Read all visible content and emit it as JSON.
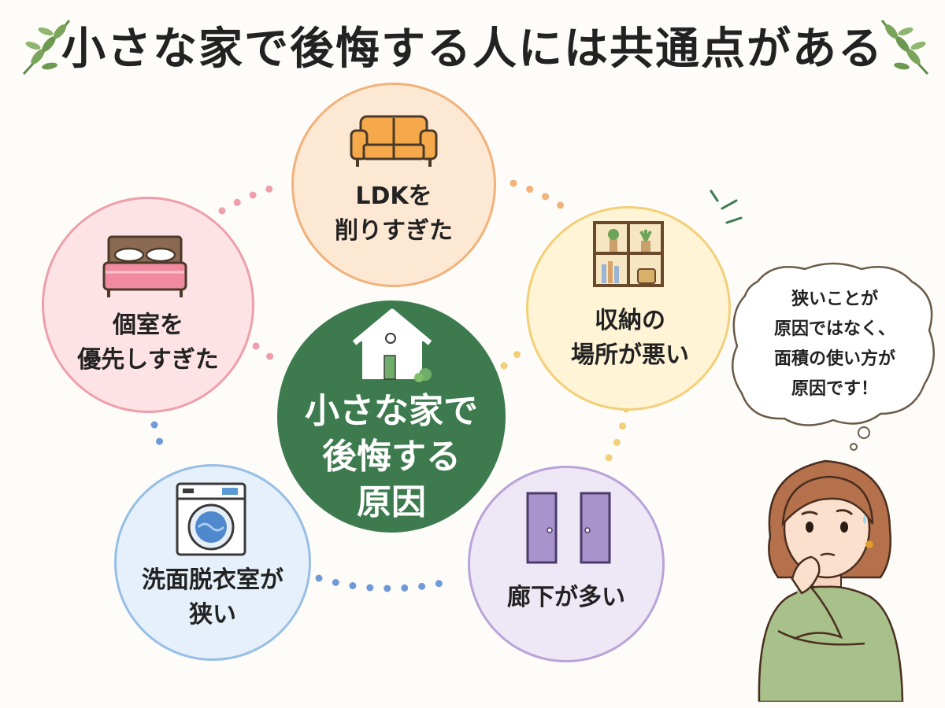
{
  "title": "小さな家で後悔する人には共通点がある",
  "center": {
    "label": "小さな家で\n後悔する\n原因",
    "color": "#3d7a4e"
  },
  "causes": [
    {
      "label": "LDKを\n削りすぎた",
      "icon": "sofa-icon",
      "fill": "#fde8d4",
      "border": "#f1b27a"
    },
    {
      "label": "収納の\n場所が悪い",
      "icon": "bookshelf-icon",
      "fill": "#fff4d6",
      "border": "#f3cf78"
    },
    {
      "label": "廊下が多い",
      "icon": "door-icon",
      "fill": "#eee8f6",
      "border": "#b9a3d8"
    },
    {
      "label": "洗面脱衣室が\n狭い",
      "icon": "washing-machine-icon",
      "fill": "#e6f0fa",
      "border": "#97bfe6"
    },
    {
      "label": "個室を\n優先しすぎた",
      "icon": "bed-icon",
      "fill": "#fde3e6",
      "border": "#ee9fab"
    }
  ],
  "speech_bubble": {
    "text": "狭いことが\n原因ではなく、\n面積の使い方が\n原因です！"
  }
}
